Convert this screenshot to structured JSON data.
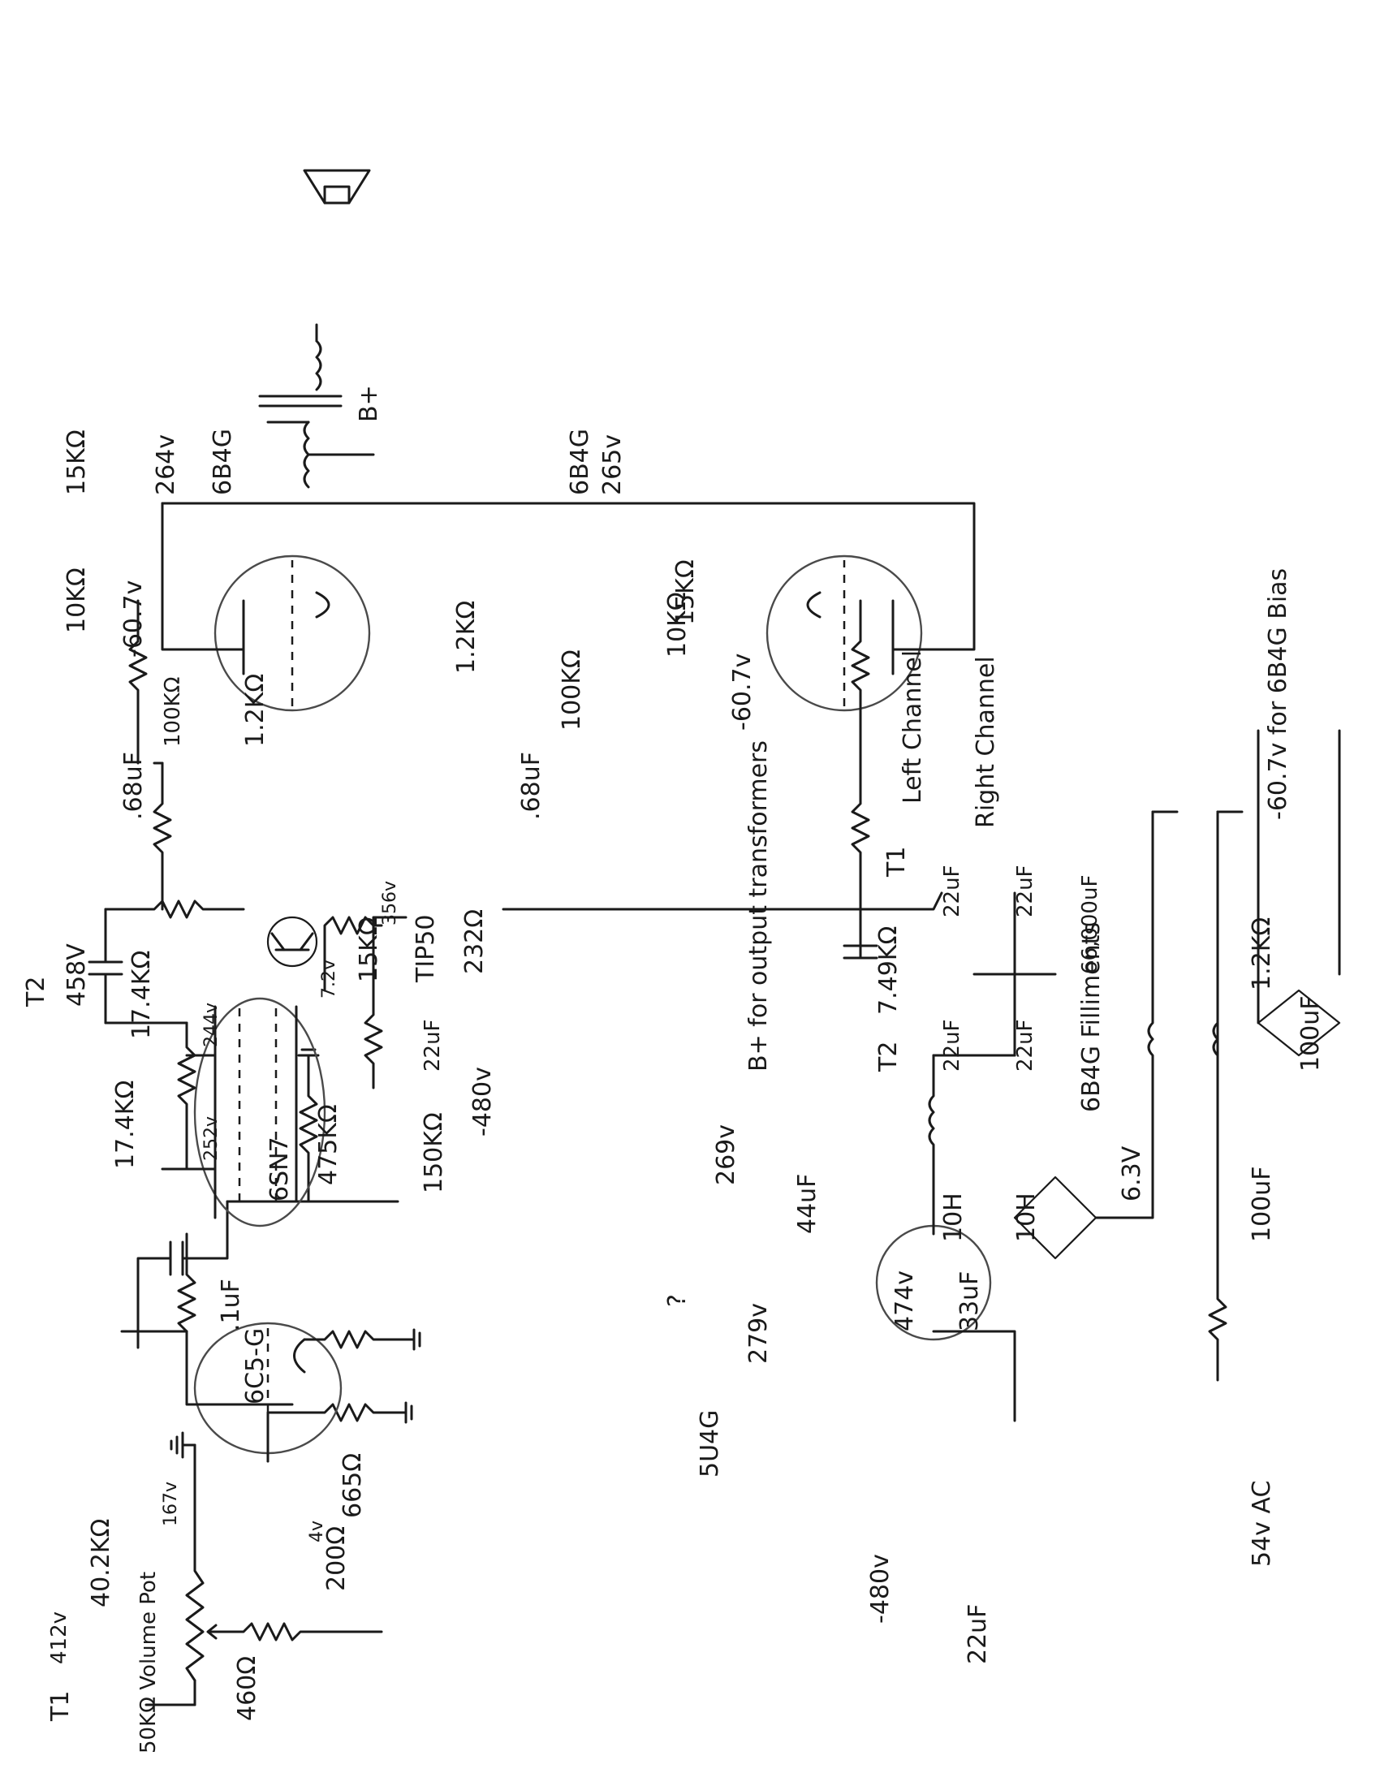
{
  "labels": {
    "t1_in": "T1",
    "v412": "412v",
    "r40_2k": "40.2KΩ",
    "v167": "167v",
    "tube_6c5g": "6C5-G",
    "v4": "4v",
    "r665": "665Ω",
    "r200": "200Ω",
    "r460": "460Ω",
    "pot": "50KΩ Volume Pot",
    "cap_1uf": ".1uF",
    "r475k": "475KΩ",
    "r17_4k_a": "17.4KΩ",
    "r17_4k_b": "17.4KΩ",
    "t2_top": "T2",
    "v458": "458V",
    "v252": "252v",
    "v244": "244v",
    "tube_6sn7": "6SN7",
    "v7_2": "7.2v",
    "r15k_mid": "15KΩ",
    "v356": "356v",
    "tip50": "TIP50",
    "r232": "232Ω",
    "cap22uf_mid": "22uF",
    "neg480_mid": "-480v",
    "r150k": "150KΩ",
    "cap68_top": ".68uF",
    "cap68_bot": ".68uF",
    "r100k_top": "100KΩ",
    "r1_2k_top": "1.2KΩ",
    "r10k_top": "10KΩ",
    "r15k_top": "15KΩ",
    "neg60_top": "-60.7v",
    "v264": "264v",
    "tube_6b4g_top": "6B4G",
    "bplus": "B+",
    "r1_2k_bot": "1.2KΩ",
    "r100k_bot": "100KΩ",
    "r10k_bot": "10KΩ",
    "r15k_bot": "15KΩ",
    "neg60_bot": "-60.7v",
    "v265": "265v",
    "tube_6b4g_bot": "6B4G",
    "rect_5u4g": "5U4G",
    "v279": "279v",
    "question": "?",
    "v269": "269v",
    "cap44uf": "44uF",
    "bplus_out": "B+ for output transformers",
    "v474": "474v",
    "cap33uf": "33uF",
    "t2_ps": "T2",
    "ind10h_a": "10H",
    "ind10h_b": "10H",
    "cap22_a": "22uF",
    "cap22_b": "22uF",
    "cap22_c": "22uF",
    "cap22_d": "22uF",
    "r7_49k": "7.49KΩ",
    "t1_ps": "T1",
    "left_ch": "Left Channel",
    "right_ch": "Right Channel",
    "fil_6b4g": "6B4G Filliments",
    "v6_3": "6.3V",
    "cap66000": "66,000uF",
    "neg480_ps": "-480v",
    "cap22_ps": "22uF",
    "ac54": "54v AC",
    "cap100_a": "100uF",
    "r1_2k_bias": "1.2KΩ",
    "cap100_b": "100uF",
    "bias_note": "-60.7v for 6B4G Bias"
  }
}
